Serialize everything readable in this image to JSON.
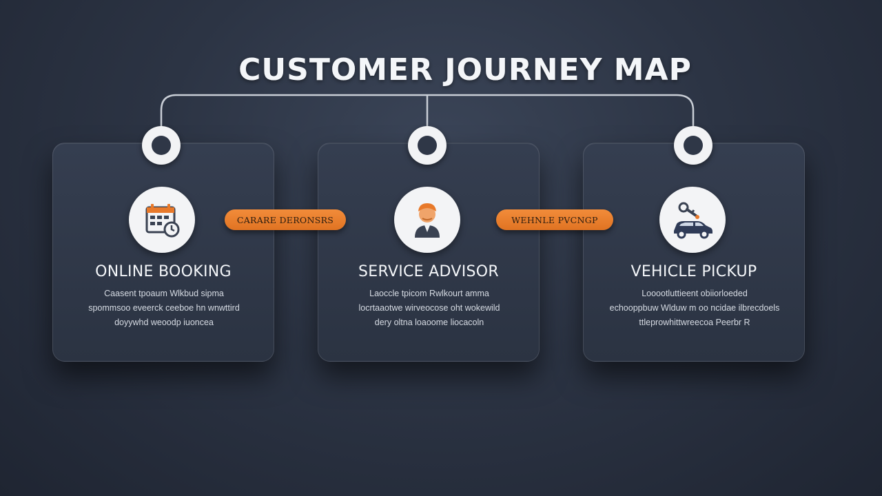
{
  "title": "CUSTOMER JOURNEY MAP",
  "connectors": [
    {
      "label": "CARARE DERONSRS"
    },
    {
      "label": "WEHNLE PVCNGP"
    }
  ],
  "steps": [
    {
      "title": "ONLINE BOOKING",
      "icon": "calendar-icon",
      "description": [
        "Caasent tpoaum Wlkbud sipma",
        "spommsoo eveerck ceeboe hn wnwttird",
        "doyywhd weoodp iuoncea"
      ]
    },
    {
      "title": "SERVICE ADVISOR",
      "icon": "advisor-icon",
      "description": [
        "Laoccle tpicom Rwlkourt amma",
        "locrtaaotwe wirveocose oht wokewild",
        "dery oltna loaoome liocacoln"
      ]
    },
    {
      "title": "VEHICLE PICKUP",
      "icon": "car-key-icon",
      "description": [
        "Looootluttieent obiiorloeded",
        "echooppbuw Wlduw m oo ncidae ilbrecdoels",
        "ttleprowhittwreecoa Peerbr R"
      ]
    }
  ],
  "colors": {
    "accent": "#e8792a",
    "background": "#2c3444",
    "card": "#323a4b",
    "text": "#f4f6f9"
  }
}
